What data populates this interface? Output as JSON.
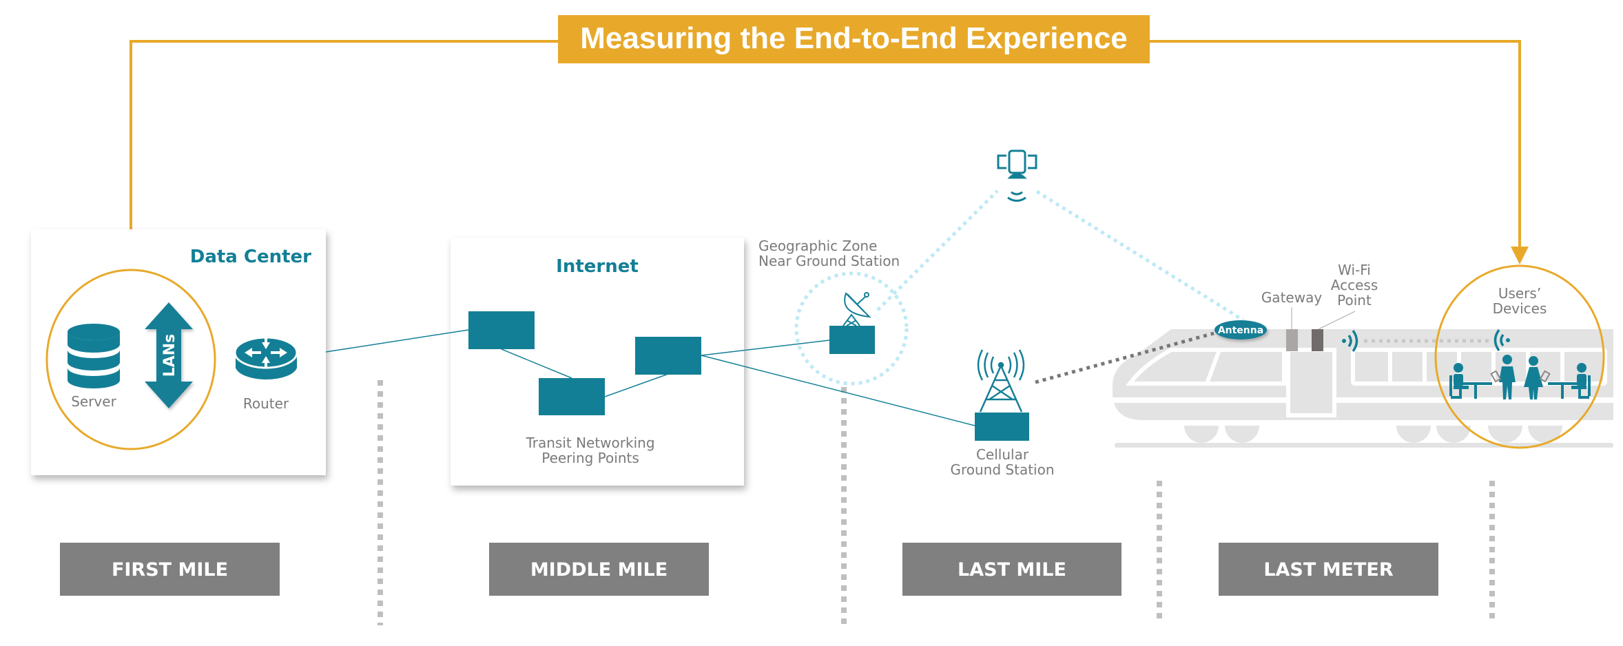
{
  "title": "Measuring the End-to-End Experience",
  "colors": {
    "accent": "#e8a92a",
    "teal": "#137f96",
    "light_teal": "#bde9f5",
    "stage_gray": "#808080",
    "divider_gray": "#bfbfbf",
    "train_gray": "#e3e3e3",
    "text_gray": "#7a7a7a"
  },
  "data_center": {
    "title": "Data Center",
    "server_label": "Server",
    "lans_label": "LANs",
    "router_label": "Router"
  },
  "internet": {
    "title": "Internet",
    "caption_line1": "Transit Networking",
    "caption_line2": "Peering Points"
  },
  "satellite_link": {
    "zone_label_line1": "Geographic Zone",
    "zone_label_line2": "Near Ground Station"
  },
  "cellular": {
    "label_line1": "Cellular",
    "label_line2": "Ground Station"
  },
  "train": {
    "antenna_label": "Antenna",
    "gateway_label": "Gateway",
    "wifi_label_line1": "Wi-Fi",
    "wifi_label_line2": "Access",
    "wifi_label_line3": "Point",
    "users_label_line1": "Users’",
    "users_label_line2": "Devices"
  },
  "stages": [
    {
      "label": "FIRST MILE"
    },
    {
      "label": "MIDDLE MILE"
    },
    {
      "label": "LAST MILE"
    },
    {
      "label": "LAST METER"
    }
  ]
}
